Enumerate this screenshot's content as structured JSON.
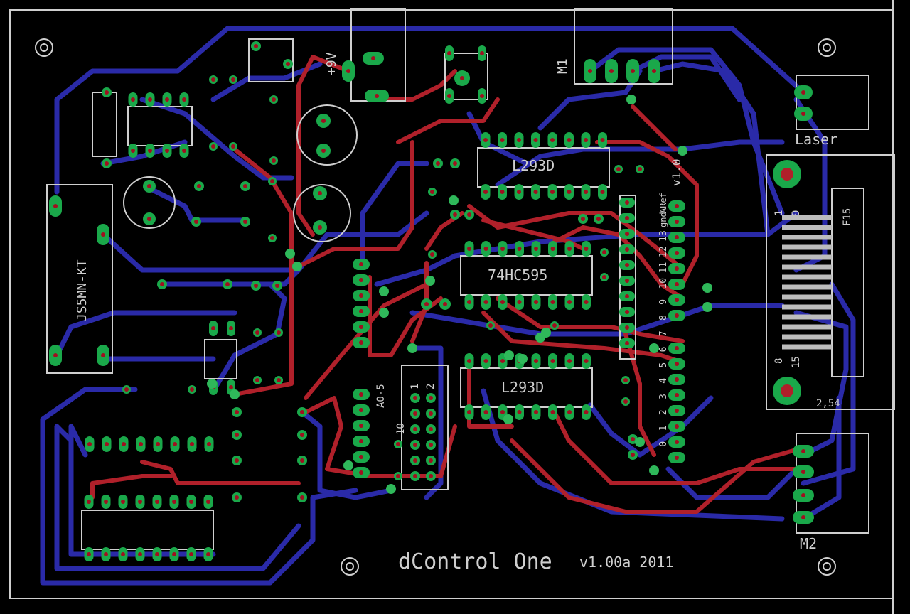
{
  "board": {
    "title": "dControl One",
    "version": "v1.00a 2011"
  },
  "labels": {
    "laser": "Laser",
    "m1": "M1",
    "m2": "M2",
    "f15": "F15",
    "pitch": "2,54",
    "v10": "v1.0",
    "aref": "ARef",
    "gnd": "gnd",
    "js": "JS5MN-KT",
    "ic_l293_top": "L293D",
    "ic_l293_bottom": "L293D",
    "ic_595": "74HC595",
    "nine_v": "+9V",
    "a0_5": "A0-5",
    "pin_1": "1",
    "pin_2": "2",
    "pin_10": "10",
    "f_pin_1": "1",
    "f_pin_9": "9",
    "f_pin_8": "8",
    "f_pin_15": "15",
    "header_nums": [
      "13",
      "12",
      "11",
      "10",
      "9",
      "8",
      "7",
      "6",
      "5",
      "4",
      "3",
      "2",
      "1",
      "0"
    ]
  },
  "colors": {
    "background": "#000000",
    "outline": "#cfcfcf",
    "top_copper": "#b0202a",
    "bottom_copper": "#2a2aa8",
    "pad": "#1aa84a",
    "via": "#2fb85a"
  }
}
